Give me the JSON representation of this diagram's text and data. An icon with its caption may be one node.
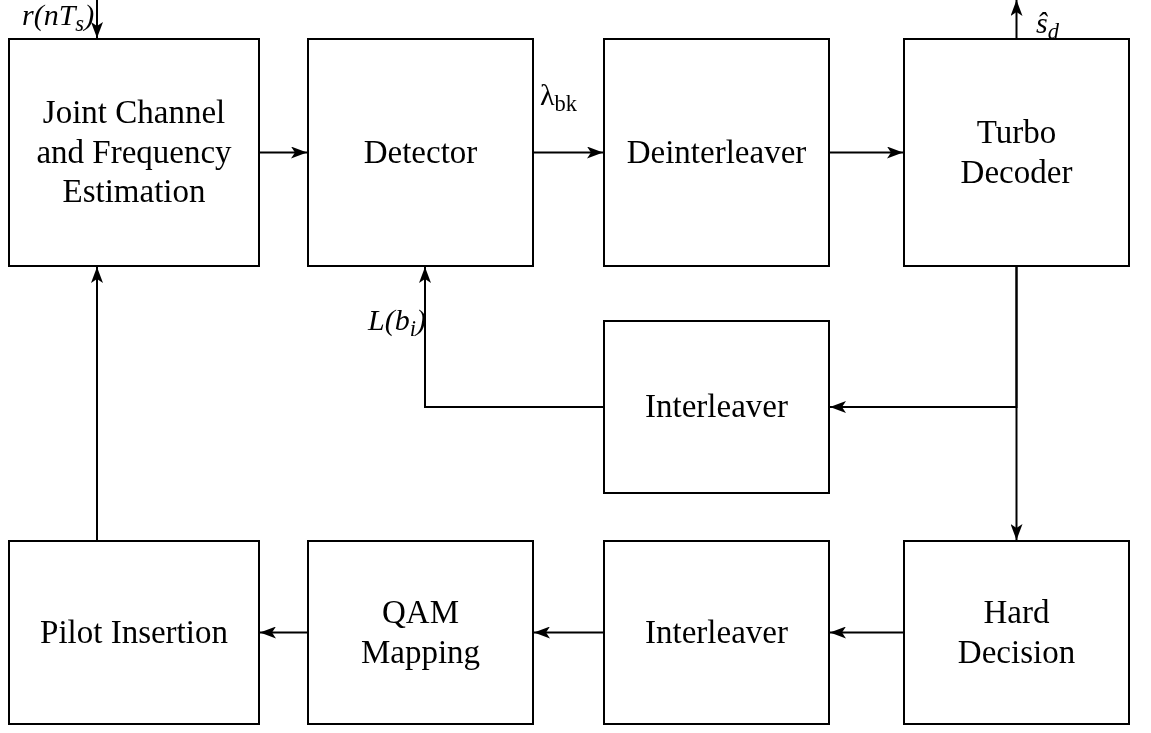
{
  "diagram": {
    "nodes": [
      {
        "text": [
          "Joint Channel and Frequency Estimation"
        ]
      },
      {
        "text": [
          "Detector"
        ]
      },
      {
        "text": [
          "Deinterleaver"
        ]
      },
      {
        "text": [
          "Turbo Decoder"
        ]
      },
      {
        "text": [
          "Interleaver"
        ]
      },
      {
        "text": [
          "Pilot Insertion"
        ]
      },
      {
        "text": [
          "QAM Mapping"
        ]
      },
      {
        "text": [
          "Interleaver"
        ]
      },
      {
        "text": [
          "Hard Decision"
        ]
      }
    ],
    "edges": [
      {
        "from": null,
        "to": 0,
        "arrow": "to",
        "label": "r(nT$_{s}$)"
      },
      {
        "from": 0,
        "to": 1,
        "arrow": "to"
      },
      {
        "from": 1,
        "to": 2,
        "arrow": "to",
        "label": "λ$_{b}$$_{k}$"
      },
      {
        "from": 2,
        "to": 3,
        "arrow": "to"
      },
      {
        "from": 3,
        "to": null,
        "arrow": "to",
        "label": "ŝ$_{d}$"
      },
      {
        "from": 3,
        "to": 4,
        "arrow": "to"
      },
      {
        "from": 3,
        "to": 8,
        "arrow": "to"
      },
      {
        "from": 4,
        "to": 1,
        "arrow": "to",
        "label": "L(b$_{i}$)"
      },
      {
        "from": 8,
        "to": 7,
        "arrow": "to"
      },
      {
        "from": 7,
        "to": 6,
        "arrow": "to"
      },
      {
        "from": 6,
        "to": 5,
        "arrow": "to"
      },
      {
        "from": 5,
        "to": 0,
        "arrow": "to"
      }
    ]
  }
}
